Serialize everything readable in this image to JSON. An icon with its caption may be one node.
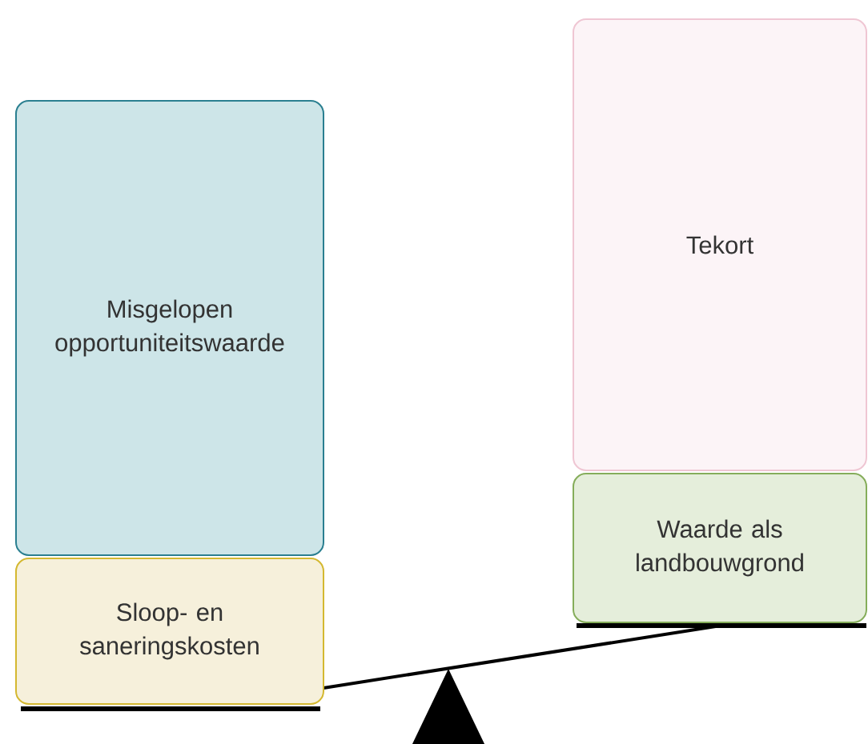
{
  "diagram": {
    "nodes": [
      {
        "text": [
          "Misgelopen opportuniteitswaarde"
        ]
      },
      {
        "text": [
          "Sloop- en saneringskosten"
        ]
      },
      {
        "text": [
          "Tekort"
        ]
      },
      {
        "text": [
          "Waarde als landbouwgrond"
        ]
      }
    ]
  }
}
